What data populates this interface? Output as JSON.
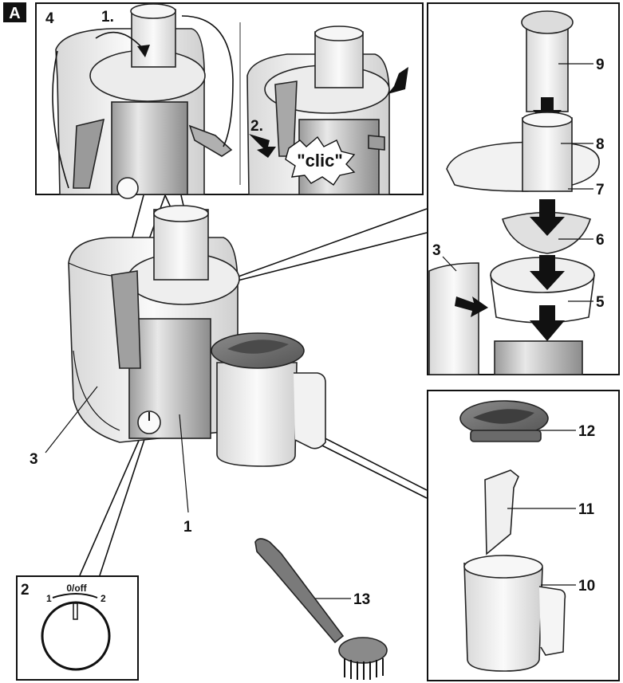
{
  "figure": {
    "badge": "A",
    "colors": {
      "ink": "#111111",
      "metal_light": "#e6e6e6",
      "metal_mid": "#bdbdbd",
      "metal_dark": "#8a8a8a",
      "lid_dark": "#6e6e6e",
      "background": "#ffffff"
    }
  },
  "panel_assembly": {
    "step_left_number": "4",
    "step_left_sub": "1.",
    "step_right_sub": "2.",
    "sound_text": "\"clic\""
  },
  "panel_exploded": {
    "labels": [
      "9",
      "8",
      "7",
      "6",
      "5",
      "3"
    ]
  },
  "panel_jug": {
    "labels": [
      "12",
      "11",
      "10"
    ]
  },
  "panel_switch": {
    "number": "2",
    "off_label": "0/off",
    "pos1_label": "1",
    "pos2_label": "2"
  },
  "main": {
    "labels": {
      "pulp_container": "3",
      "motor_base": "1",
      "brush": "13"
    }
  }
}
